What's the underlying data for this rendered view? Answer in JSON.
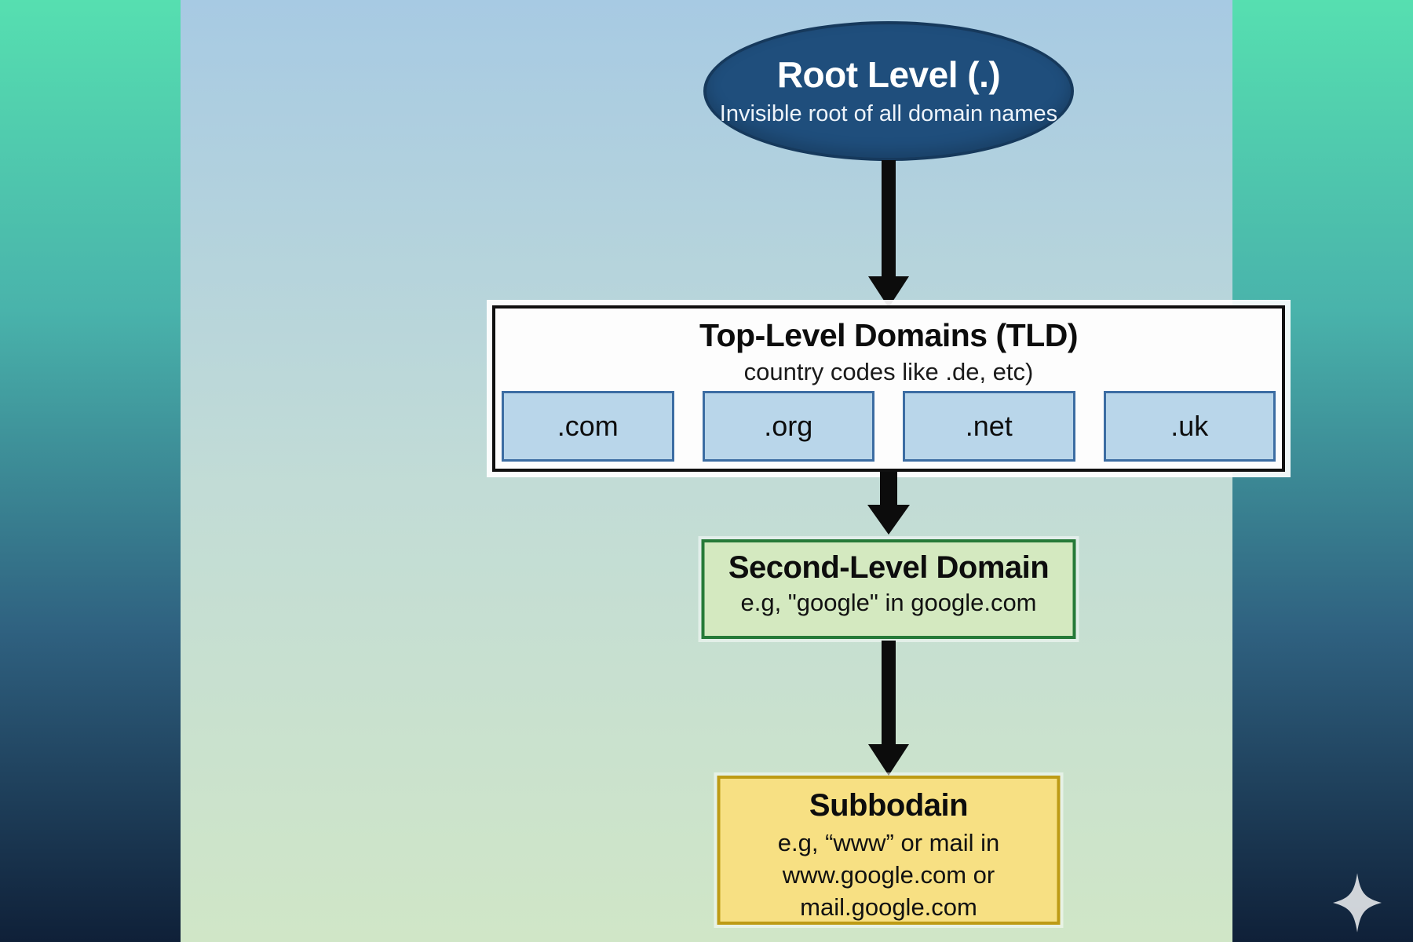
{
  "diagram": {
    "title_semantic": "DNS domain name hierarchy",
    "root": {
      "title": "Root Level (.)",
      "subtitle": "Invisible root of all domain names"
    },
    "tld": {
      "title": "Top-Level Domains (TLD)",
      "subtitle": "country codes like .de, etc)",
      "items": [
        ".com",
        ".org",
        ".net",
        ".uk"
      ]
    },
    "sld": {
      "title": "Second-Level Domain",
      "subtitle": "e.g, \"google\" in google.com"
    },
    "subdomain": {
      "title": "Subbodain",
      "lines": [
        "e.g, “www” or mail in",
        "www.google.com or",
        "mail.google.com"
      ]
    }
  },
  "icons": {
    "arrows": "black-down-arrow",
    "corner": "sparkle-icon"
  },
  "colors": {
    "root_fill": "#1f4e7c",
    "root_border": "#16395c",
    "tld_fill": "#fdfdfd",
    "tld_border": "#101010",
    "tld_item_fill": "#b9d6ea",
    "tld_item_border": "#3c6da3",
    "sld_fill": "#d4e9c0",
    "sld_border": "#267a38",
    "subdomain_fill": "#f7e083",
    "subdomain_border": "#bd9b15",
    "arrow": "#0c0c0c",
    "margin_gradient_top": "#56dfb0",
    "margin_gradient_bottom": "#0f2038",
    "content_gradient_top": "#a7cae3",
    "content_gradient_bottom": "#d0e6c7"
  }
}
